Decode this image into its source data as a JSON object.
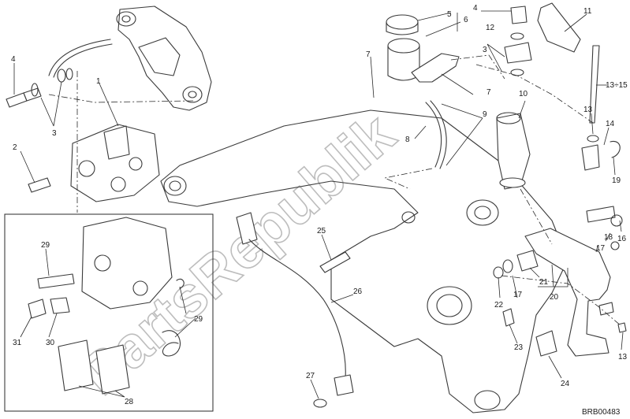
{
  "diagram": {
    "code": "BRB00483",
    "watermark": "PartsRepublik",
    "callouts": [
      "1",
      "2",
      "3",
      "3",
      "4",
      "4",
      "5",
      "6",
      "7",
      "7",
      "8",
      "9",
      "10",
      "11",
      "12",
      "13",
      "13",
      "14",
      "13÷15",
      "16",
      "17",
      "17",
      "18",
      "19",
      "20",
      "21",
      "22",
      "23",
      "24",
      "25",
      "26",
      "27",
      "28",
      "29",
      "29",
      "30",
      "31"
    ]
  }
}
